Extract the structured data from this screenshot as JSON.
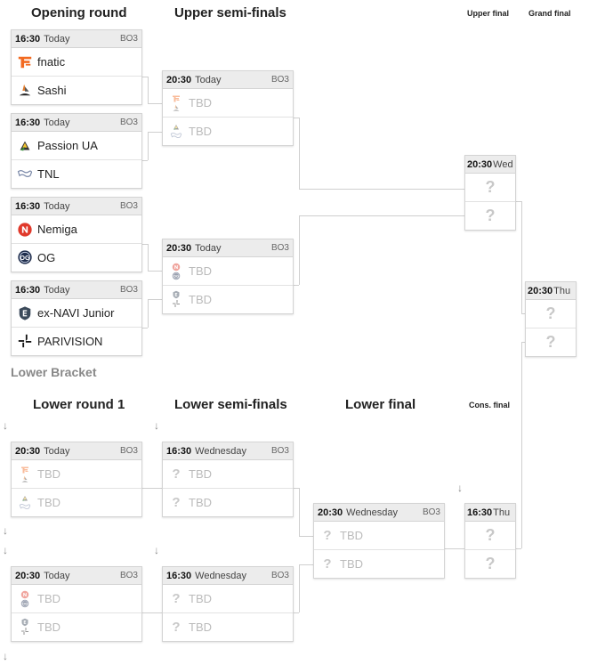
{
  "headers": {
    "opening_round": "Opening round",
    "upper_semifinals": "Upper semi-finals",
    "upper_final": "Upper final",
    "grand_final": "Grand final",
    "lower_bracket": "Lower Bracket",
    "lower_round1": "Lower round 1",
    "lower_semifinals": "Lower semi-finals",
    "lower_final": "Lower final",
    "cons_final": "Cons. final"
  },
  "tbd": "TBD",
  "unknown": "?",
  "opening": [
    {
      "time": "16:30",
      "day": "Today",
      "bo": "BO3",
      "t1": "fnatic",
      "t2": "Sashi"
    },
    {
      "time": "16:30",
      "day": "Today",
      "bo": "BO3",
      "t1": "Passion UA",
      "t2": "TNL"
    },
    {
      "time": "16:30",
      "day": "Today",
      "bo": "BO3",
      "t1": "Nemiga",
      "t2": "OG"
    },
    {
      "time": "16:30",
      "day": "Today",
      "bo": "BO3",
      "t1": "ex-NAVI Junior",
      "t2": "PARIVISION"
    }
  ],
  "upper_semis": [
    {
      "time": "20:30",
      "day": "Today",
      "bo": "BO3"
    },
    {
      "time": "20:30",
      "day": "Today",
      "bo": "BO3"
    }
  ],
  "upper_final": {
    "time": "20:30",
    "day": "Wed"
  },
  "grand_final": {
    "time": "20:30",
    "day": "Thu"
  },
  "lower_r1": [
    {
      "time": "20:30",
      "day": "Today",
      "bo": "BO3"
    },
    {
      "time": "20:30",
      "day": "Today",
      "bo": "BO3"
    }
  ],
  "lower_semis": [
    {
      "time": "16:30",
      "day": "Wednesday",
      "bo": "BO3"
    },
    {
      "time": "16:30",
      "day": "Wednesday",
      "bo": "BO3"
    }
  ],
  "lower_final": {
    "time": "20:30",
    "day": "Wednesday",
    "bo": "BO3"
  },
  "cons_final": {
    "time": "16:30",
    "day": "Thu"
  },
  "colors": {
    "fnatic": "#f26a21",
    "nemiga": "#e0392b",
    "og": "#1f2d4c",
    "navi_junior": "#3b4a5a"
  },
  "icons": [
    "fnatic-logo-icon",
    "sashi-logo-icon",
    "passion-ua-logo-icon",
    "tnl-logo-icon",
    "nemiga-logo-icon",
    "og-logo-icon",
    "ex-navi-junior-logo-icon",
    "parivision-logo-icon",
    "down-arrow-icon"
  ]
}
